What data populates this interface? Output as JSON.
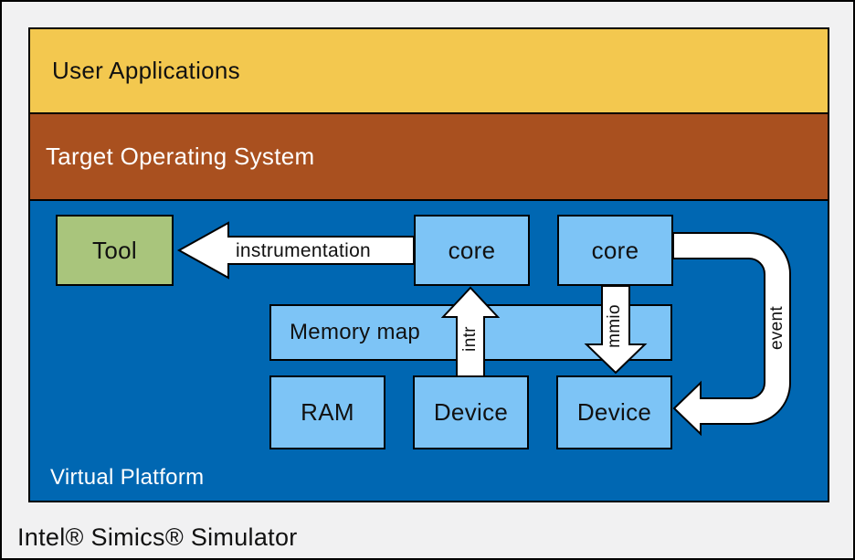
{
  "colors": {
    "background": "#f1f1f2",
    "outline": "#000000",
    "user_apps_yellow": "#f3c84f",
    "target_os_orange": "#a9501f",
    "virtual_platform_blue": "#0067b2",
    "node_light_blue": "#7dc4f6",
    "tool_green": "#a9c57c",
    "arrow_white": "#ffffff"
  },
  "layers": {
    "user_apps": {
      "label": "User Applications"
    },
    "target_os": {
      "label": "Target Operating System"
    },
    "virtual_platform": {
      "label": "Virtual Platform"
    }
  },
  "nodes": {
    "tool": {
      "label": "Tool"
    },
    "core_left": {
      "label": "core"
    },
    "core_right": {
      "label": "core"
    },
    "memory_map": {
      "label": "Memory map"
    },
    "ram": {
      "label": "RAM"
    },
    "device_left": {
      "label": "Device"
    },
    "device_right": {
      "label": "Device"
    }
  },
  "arrows": {
    "instrumentation": {
      "label": "instrumentation",
      "direction": "left",
      "from": "core_left",
      "to": "tool"
    },
    "intr": {
      "label": "intr",
      "direction": "up",
      "from": "device_left",
      "to": "core_left"
    },
    "mmio": {
      "label": "mmio",
      "direction": "down",
      "from": "core_right",
      "to": "device_right"
    },
    "event": {
      "label": "event",
      "direction": "curved-down-left",
      "from": "core_right",
      "to": "device_right"
    }
  },
  "footer": {
    "title": "Intel® Simics® Simulator"
  }
}
